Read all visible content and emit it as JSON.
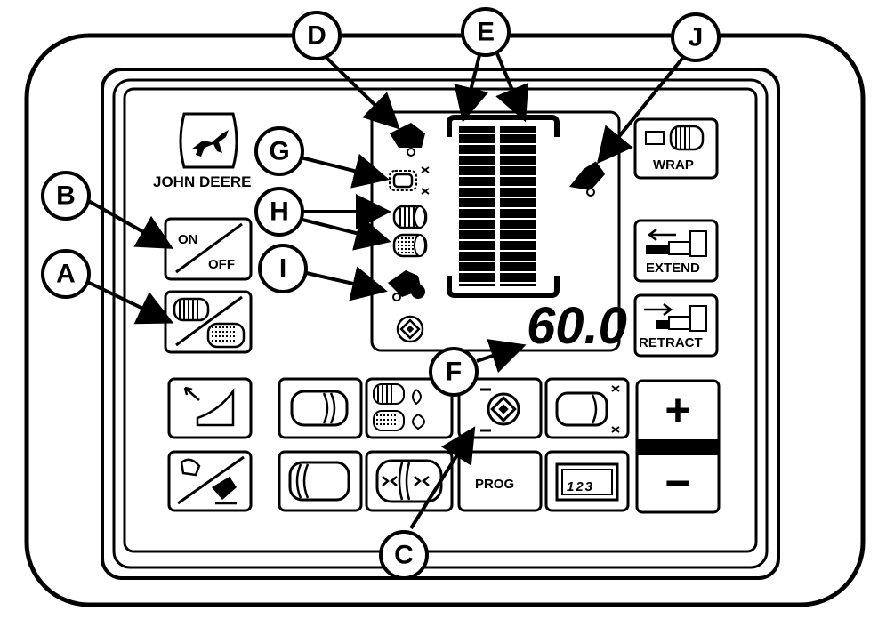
{
  "brand": {
    "name": "JOHN DEERE",
    "logo_icon": "deer-icon"
  },
  "display": {
    "readout": "60.0"
  },
  "buttons": {
    "wrap": "WRAP",
    "extend": "EXTEND",
    "retract": "RETRACT",
    "on": "ON",
    "off": "OFF",
    "prog": "PROG",
    "counter": "123",
    "plus": "+",
    "minus": "−"
  },
  "callouts": {
    "a": "A",
    "b": "B",
    "c": "C",
    "d": "D",
    "e": "E",
    "f": "F",
    "g": "G",
    "h": "H",
    "i": "I",
    "j": "J"
  }
}
